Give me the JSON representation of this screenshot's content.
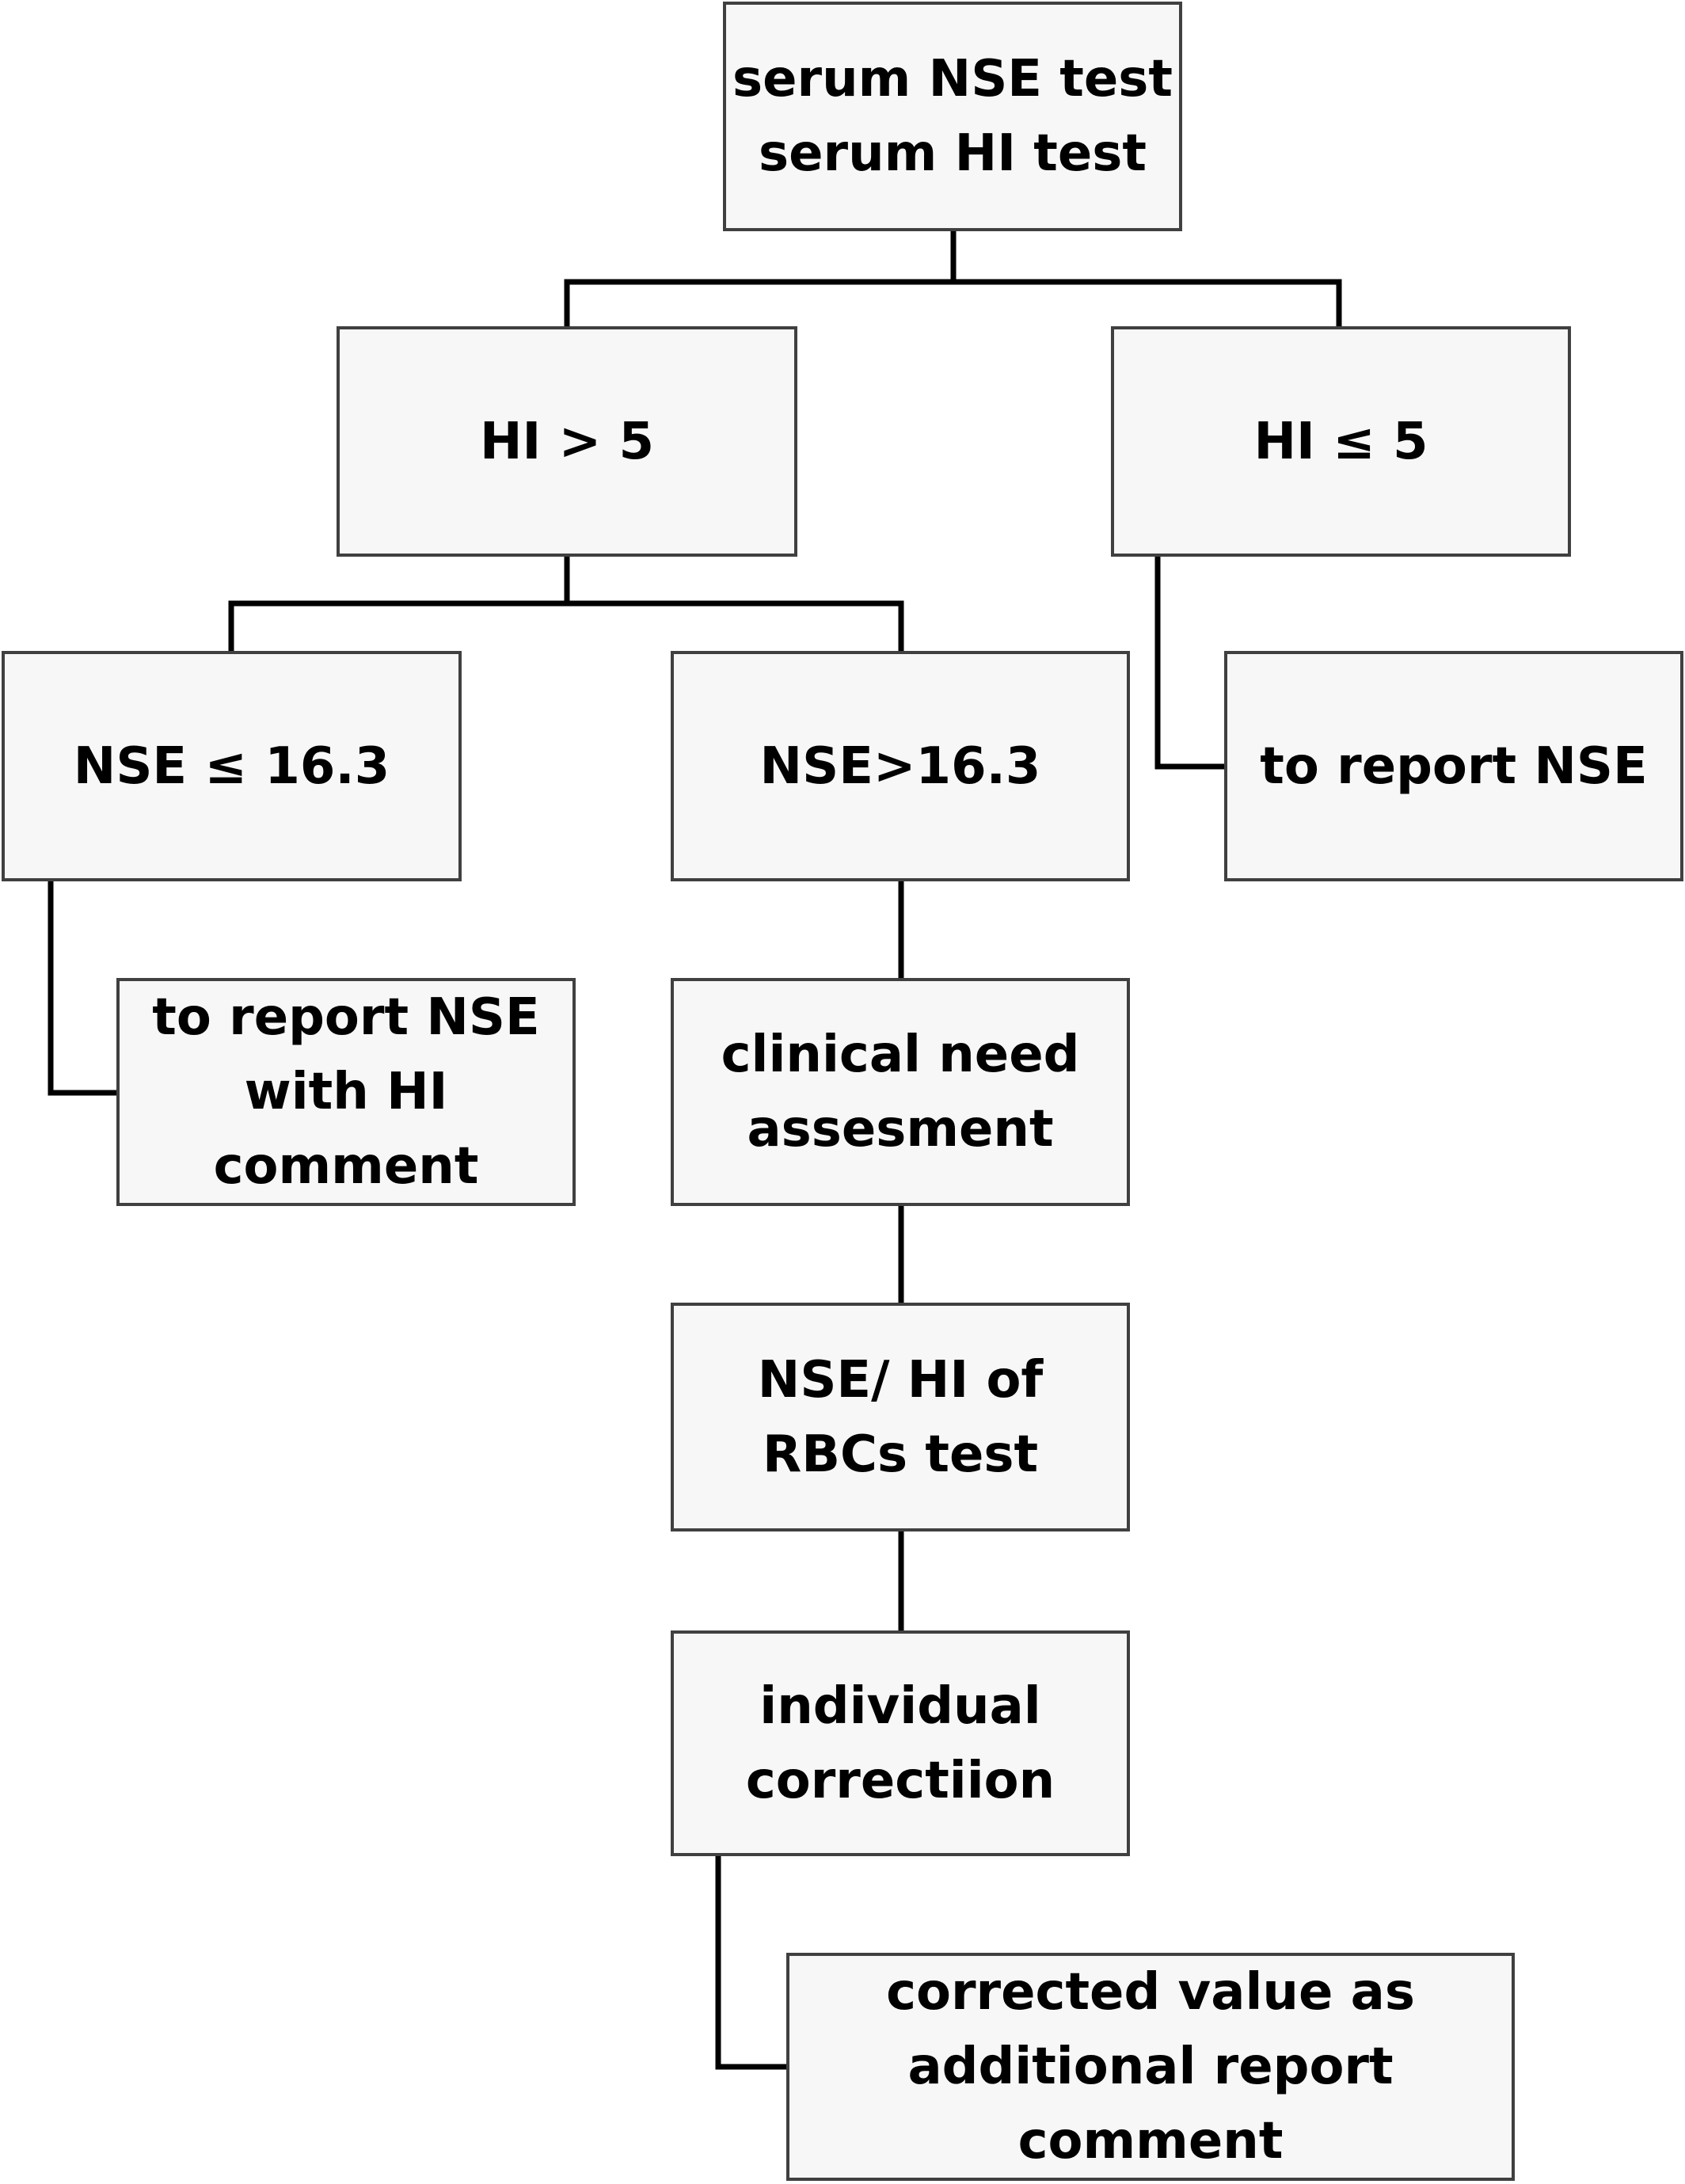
{
  "diagram": {
    "nodes": {
      "start": "serum NSE test\nserum HI test",
      "hi_high": "HI > 5",
      "hi_low": "HI ≤ 5",
      "nse_low": "NSE ≤ 16.3",
      "nse_high": "NSE>16.3",
      "report_nse": "to report NSE",
      "report_nse_comment": "to report NSE\nwith HI\ncomment",
      "clinical_need": "clinical need\nassesment",
      "rbc_test": "NSE/ HI  of\nRBCs test",
      "correction": "individual\ncorrectiion",
      "corrected_value": "corrected value as\nadditional report\ncomment"
    },
    "colors": {
      "box_fill": "#f7f7f7",
      "box_border": "#404040",
      "connector": "#000000",
      "text": "#000000"
    }
  }
}
